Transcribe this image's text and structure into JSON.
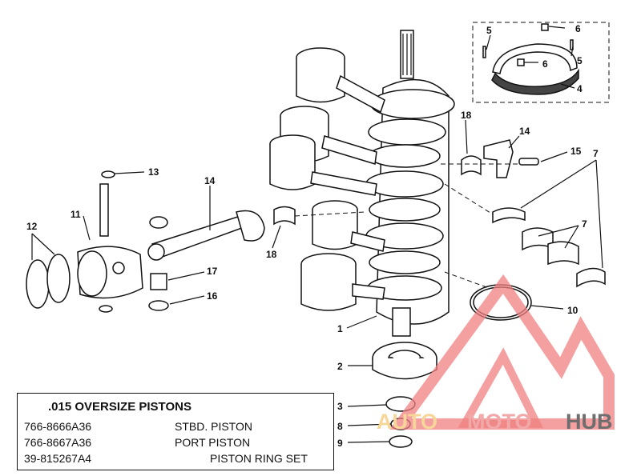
{
  "diagram": {
    "callouts": [
      "1",
      "2",
      "3",
      "4",
      "5",
      "5",
      "6",
      "6",
      "7",
      "7",
      "8",
      "9",
      "10",
      "11",
      "12",
      "13",
      "14",
      "14",
      "15",
      "16",
      "17",
      "18",
      "18"
    ]
  },
  "spec_table": {
    "title": ".015 OVERSIZE PISTONS",
    "rows": [
      {
        "part_number": "766-8666A36",
        "description": "STBD. PISTON"
      },
      {
        "part_number": "766-8667A36",
        "description": "PORT PISTON"
      },
      {
        "part_number": "39-815267A4",
        "description": "PISTON RING SET"
      }
    ]
  },
  "watermark": {
    "part1": "AUTO",
    "part2": "MOTO",
    "part3": "HUB",
    "colors": {
      "auto": "#f7d69a",
      "moto": "#f0a8a8",
      "hub": "#6e6e6e",
      "logo": "#f08080"
    }
  }
}
